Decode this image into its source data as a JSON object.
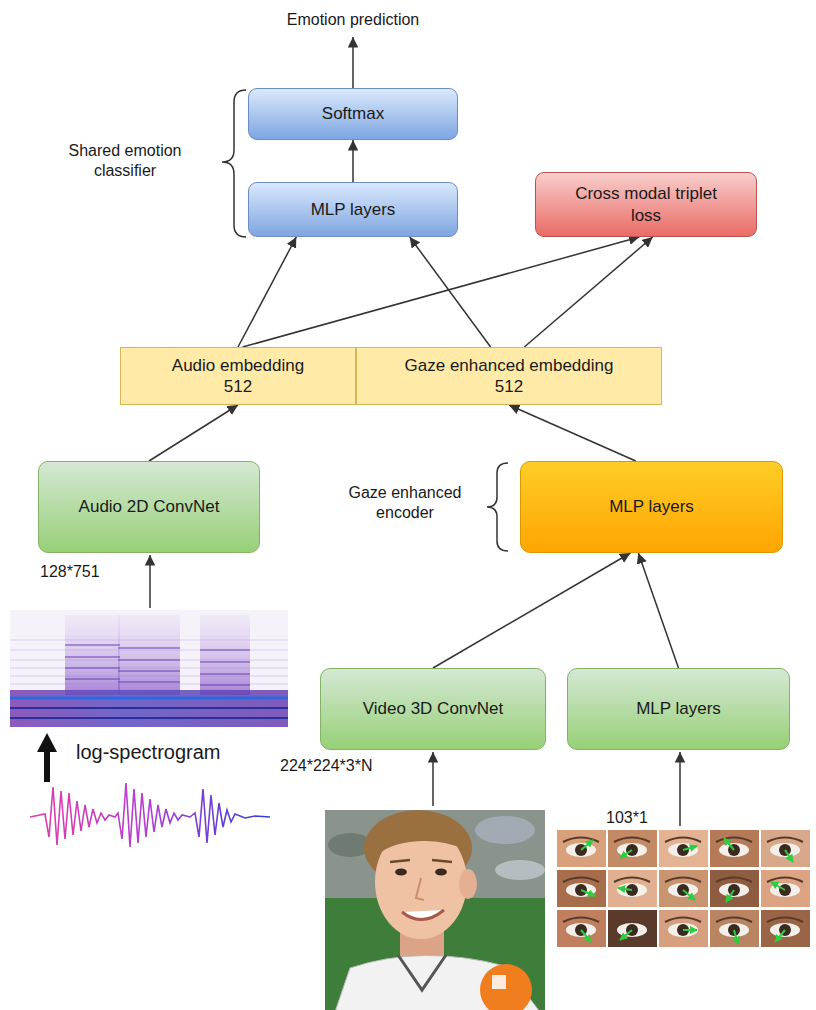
{
  "diagram": {
    "nodes": [
      {
        "text": [
          "Softmax"
        ]
      },
      {
        "text": [
          "MLP layers"
        ]
      },
      {
        "text": [
          "Cross modal triplet loss"
        ]
      },
      {
        "text": [
          "Audio embedding 512"
        ]
      },
      {
        "text": [
          "Gaze enhanced embedding 512"
        ]
      },
      {
        "text": [
          "Audio 2D ConvNet"
        ]
      },
      {
        "text": [
          "MLP layers"
        ]
      },
      {
        "text": [
          "Video 3D ConvNet"
        ]
      },
      {
        "text": [
          "MLP layers"
        ]
      }
    ],
    "edges": [
      {
        "from": 1,
        "to": 0,
        "arrow": "to"
      },
      {
        "from": 3,
        "to": 1,
        "arrow": "to"
      },
      {
        "from": 3,
        "to": 2,
        "arrow": "to"
      },
      {
        "from": 4,
        "to": 1,
        "arrow": "to"
      },
      {
        "from": 4,
        "to": 2,
        "arrow": "to"
      },
      {
        "from": 5,
        "to": 3,
        "arrow": "to"
      },
      {
        "from": 6,
        "to": 4,
        "arrow": "to"
      },
      {
        "from": 7,
        "to": 6,
        "arrow": "to"
      },
      {
        "from": 8,
        "to": 6,
        "arrow": "to"
      }
    ],
    "labels": [
      "Emotion prediction",
      "Shared emotion classifier",
      "Gaze enhanced encoder",
      "128*751",
      "log-spectrogram",
      "224*224*3*N",
      "103*1"
    ]
  }
}
